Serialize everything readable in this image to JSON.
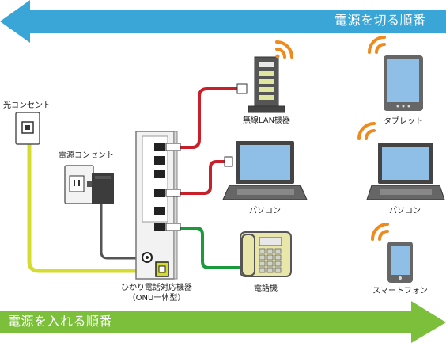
{
  "banners": {
    "power_off_order": "電源を切る順番",
    "power_on_order": "電源を入れる順番"
  },
  "labels": {
    "optical_outlet": "光コンセント",
    "power_outlet": "電源コンセント",
    "onu_line1": "ひかり電話対応機器",
    "onu_line2": "（ONU一体型）",
    "wireless_lan": "無線LAN機器",
    "pc_center": "パソコン",
    "phone": "電話機",
    "tablet": "タブレット",
    "pc_right": "パソコン",
    "smartphone": "スマートフォン"
  },
  "colors": {
    "off_arrow": "#3aa6d8",
    "on_arrow": "#7bbf3a",
    "red_cable": "#c8202a",
    "green_cable": "#1a9a3a",
    "yellow_cable": "#d6dc2e",
    "gray_cable": "#555555",
    "wifi": "#f08a1c",
    "device_blue": "#8fbfe6"
  },
  "icons": [
    "wifi-icon",
    "lan-port-icon",
    "power-plug-icon"
  ]
}
